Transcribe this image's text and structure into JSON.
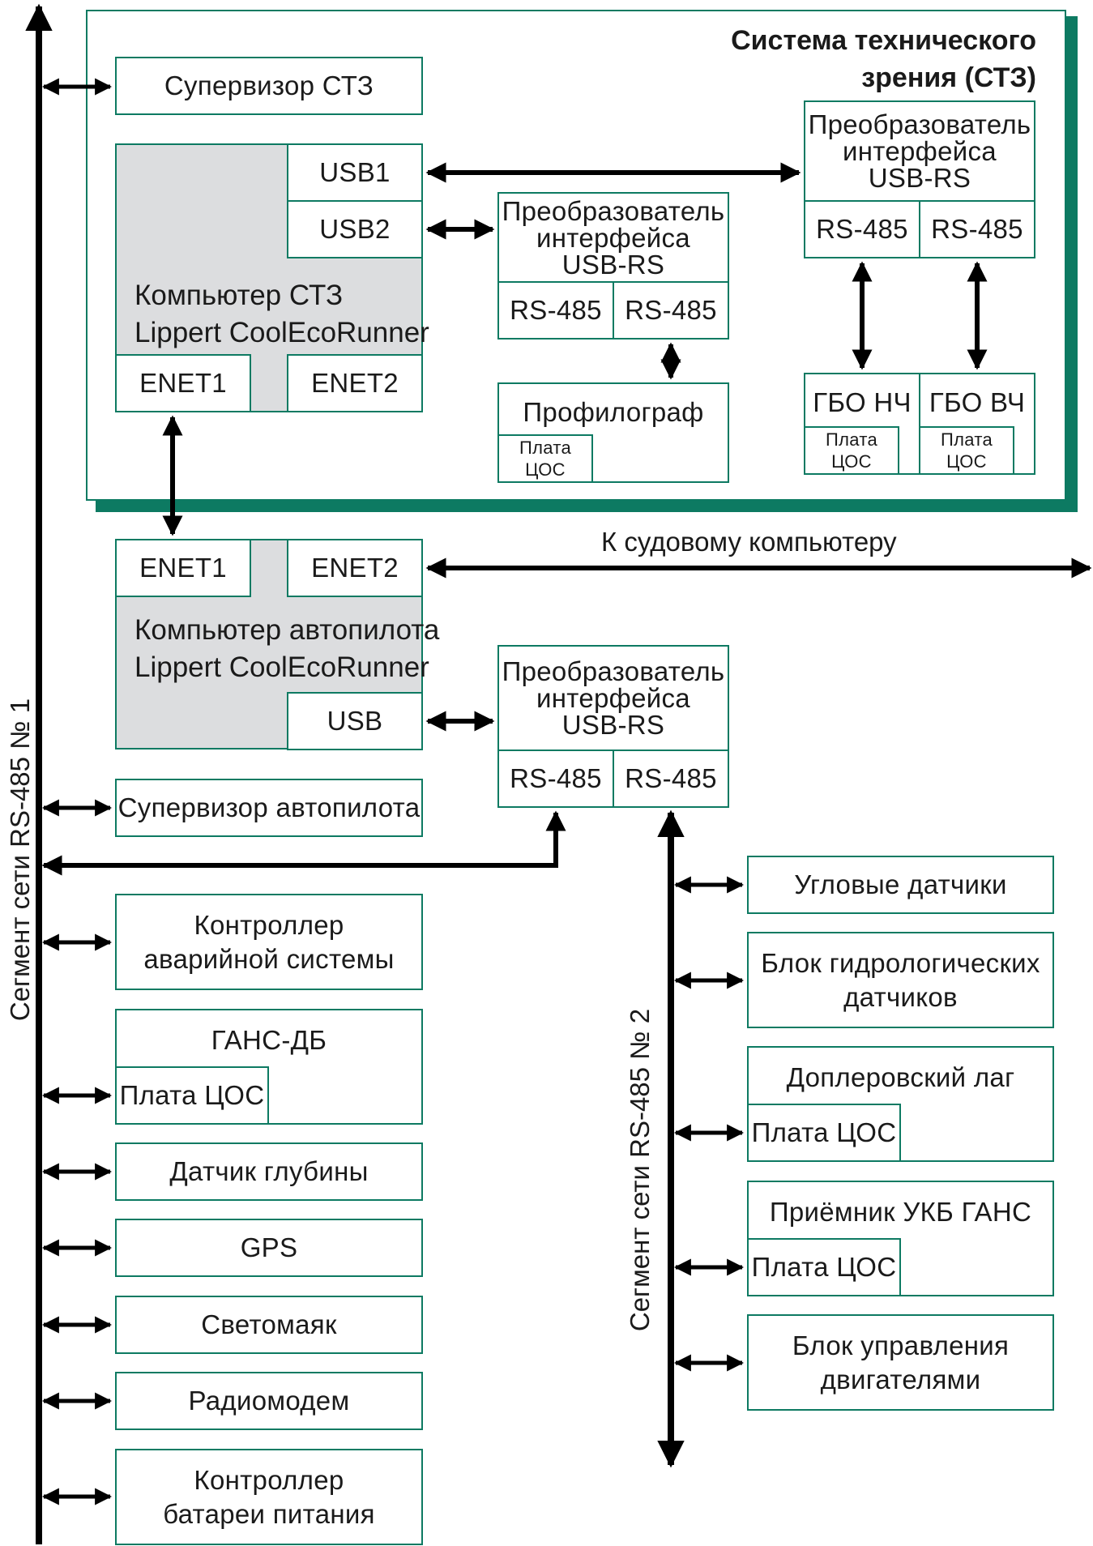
{
  "stz": {
    "title_line1": "Система технического",
    "title_line2": "зрения (СТЗ)",
    "supervisor": "Супервизор СТЗ",
    "computer_line1": "Компьютер СТЗ",
    "computer_line2": "Lippert CoolEcoRunner",
    "usb1": "USB1",
    "usb2": "USB2",
    "enet1": "ENET1",
    "enet2": "ENET2",
    "conv_mid": {
      "line1": "Преобразователь",
      "line2": "интерфейса",
      "line3": "USB-RS",
      "rs_a": "RS-485",
      "rs_b": "RS-485"
    },
    "conv_right": {
      "line1": "Преобразователь",
      "line2": "интерфейса",
      "line3": "USB-RS",
      "rs_a": "RS-485",
      "rs_b": "RS-485"
    },
    "profilograph": "Профилограф",
    "profilograph_board": "Плата ЦОС",
    "gbo_lf": "ГБО НЧ",
    "gbo_lf_board": "Плата ЦОС",
    "gbo_hf": "ГБО ВЧ",
    "gbo_hf_board": "Плата ЦОС"
  },
  "autopilot": {
    "enet1": "ENET1",
    "enet2": "ENET2",
    "to_ship": "К судовому компьютеру",
    "computer_line1": "Компьютер автопилота",
    "computer_line2": "Lippert CoolEcoRunner",
    "usb": "USB",
    "conv": {
      "line1": "Преобразователь",
      "line2": "интерфейса",
      "line3": "USB-RS",
      "rs_a": "RS-485",
      "rs_b": "RS-485"
    },
    "supervisor": "Супервизор автопилота"
  },
  "bus1": {
    "label": "Сегмент сети RS-485 № 1",
    "alarm_line1": "Контроллер",
    "alarm_line2": "аварийной системы",
    "gans": "ГАНС-ДБ",
    "gans_board": "Плата ЦОС",
    "depth": "Датчик глубины",
    "gps": "GPS",
    "beacon": "Светомаяк",
    "modem": "Радиомодем",
    "battery_line1": "Контроллер",
    "battery_line2": "батареи питания"
  },
  "bus2": {
    "label": "Сегмент сети RS-485 № 2",
    "angle": "Угловые датчики",
    "hydro_line1": "Блок гидрологических",
    "hydro_line2": "датчиков",
    "doppler": "Доплеровский лаг",
    "doppler_board": "Плата ЦОС",
    "ukb": "Приёмник УКБ ГАНС",
    "ukb_board": "Плата ЦОС",
    "motors_line1": "Блок управления",
    "motors_line2": "двигателями"
  },
  "colors": {
    "accent": "#0d7a62",
    "gray_fill": "#dcdddf",
    "line": "#000000"
  }
}
